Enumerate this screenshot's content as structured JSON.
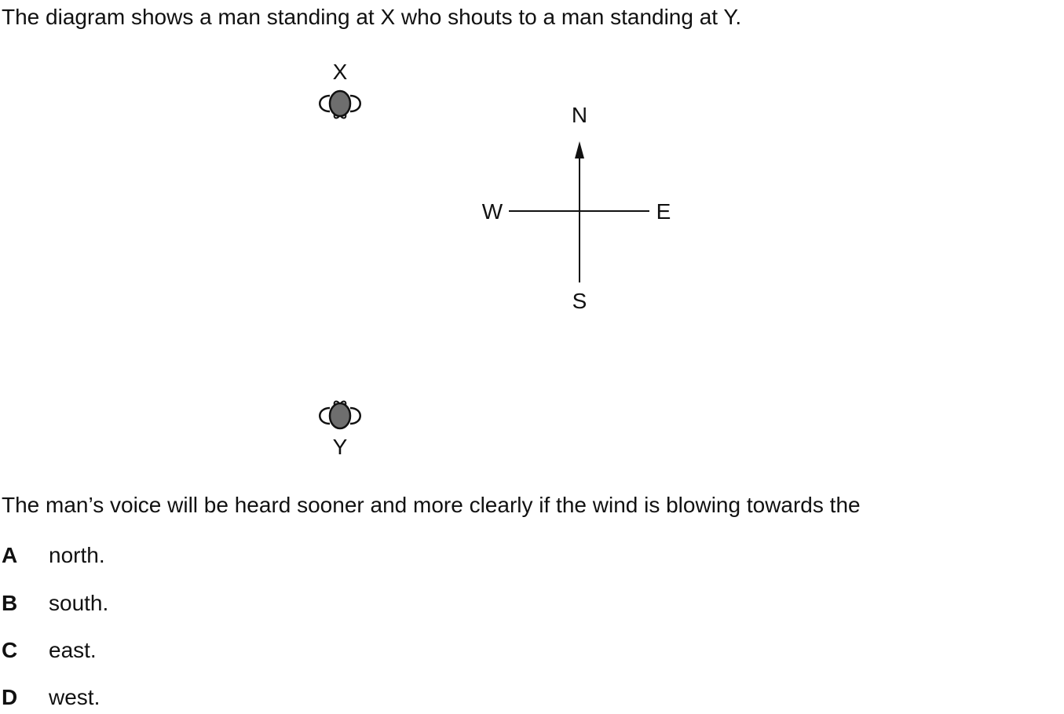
{
  "intro": "The diagram shows a man standing at X who shouts to a man standing at Y.",
  "diagram": {
    "person_x_label": "X",
    "person_y_label": "Y",
    "compass": {
      "north": "N",
      "south": "S",
      "east": "E",
      "west": "W"
    },
    "person_fill": "#6e6e6e",
    "stroke": "#111111"
  },
  "question": "The man’s voice will be heard sooner and more clearly if the wind is blowing towards the",
  "options": [
    {
      "letter": "A",
      "text": "north."
    },
    {
      "letter": "B",
      "text": "south."
    },
    {
      "letter": "C",
      "text": "east."
    },
    {
      "letter": "D",
      "text": "west."
    }
  ]
}
